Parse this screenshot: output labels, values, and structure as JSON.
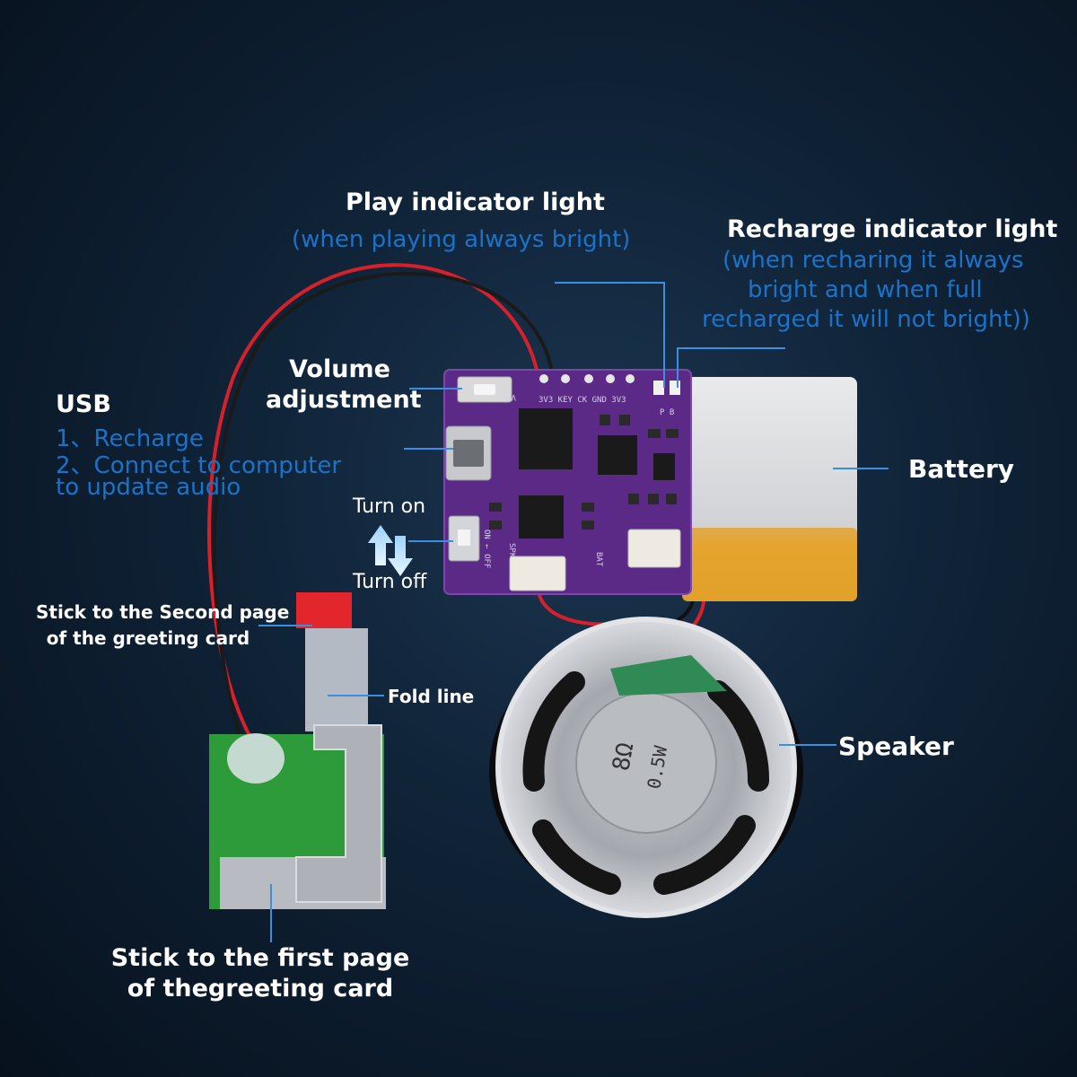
{
  "labels": {
    "play_title": "Play indicator light",
    "play_sub": "(when playing always bright)",
    "recharge_title": "Recharge indicator light",
    "recharge_sub_1": "(when recharing it always",
    "recharge_sub_2": "bright and when full",
    "recharge_sub_3": "recharged it will not bright))",
    "volume_1": "Volume",
    "volume_2": "adjustment",
    "usb_title": "USB",
    "usb_1": "1、Recharge",
    "usb_2": "2、Connect to computer",
    "usb_3": "to update audio",
    "turn_on": "Turn on",
    "turn_off": "Turn off",
    "battery": "Battery",
    "speaker": "Speaker",
    "stick_second_1": "Stick to the Second page",
    "stick_second_2": "of the greeting card",
    "fold_line": "Fold line",
    "stick_first_1": "Stick to the first page",
    "stick_first_2": "of thegreeting card"
  },
  "pcb": {
    "vol": "VOL",
    "spk": "SPK",
    "bat": "BAT",
    "onoff": "ON ← OFF",
    "pins": "3V3 KEY CK GND 3V3",
    "pb": "P B"
  },
  "speaker_marks": {
    "ohm": "8Ω",
    "watt": "0.5W"
  },
  "colors": {
    "subtitle_blue": "#1a73c9",
    "leader_blue": "#3a8fe0",
    "pcb_purple": "#5a2a86",
    "pcb_green": "#1f9a3a",
    "battery_yellow": "#e7a82b"
  }
}
